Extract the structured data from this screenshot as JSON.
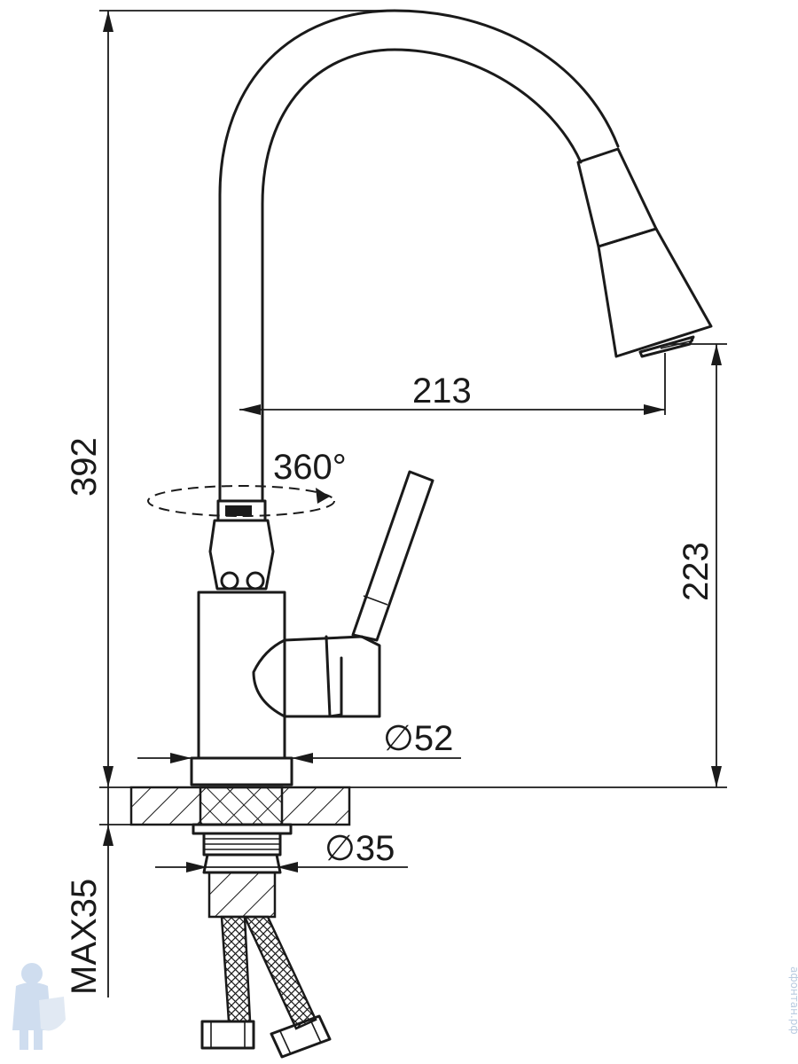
{
  "drawing": {
    "dimensions": {
      "total_height": "392",
      "spout_reach": "213",
      "spout_height": "223",
      "rotation": "360°",
      "body_diameter": "∅52",
      "thread_diameter": "∅35",
      "max_countertop": "MAX35"
    },
    "watermark": {
      "text": "афонтан.рф",
      "logo": "plumber-mascot-logo"
    }
  }
}
